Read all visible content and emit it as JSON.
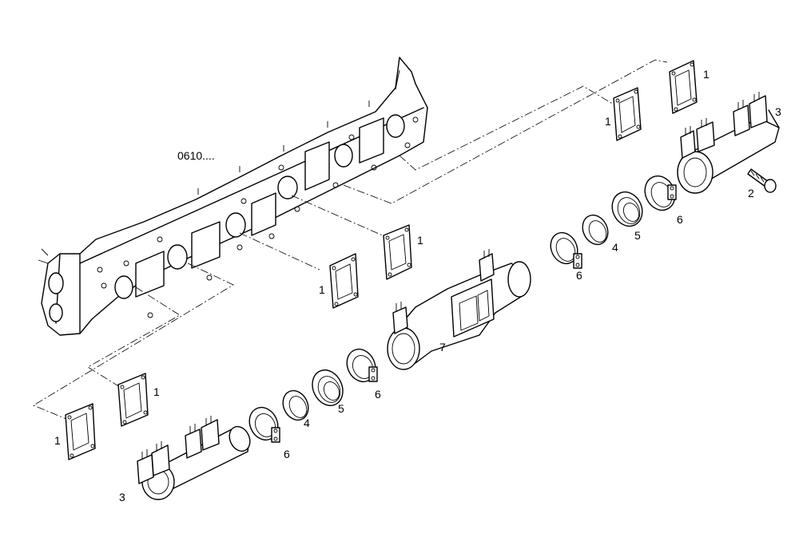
{
  "diagram": {
    "reference_label": "0610....",
    "callouts": {
      "gasket_top_right_a": "1",
      "gasket_top_right_b": "1",
      "gasket_mid_a": "1",
      "gasket_mid_b": "1",
      "gasket_bottom_a": "1",
      "gasket_bottom_b": "1",
      "bolt": "2",
      "pipe_top": "3",
      "pipe_bottom": "3",
      "sleeve_upper": "4",
      "sleeve_lower": "4",
      "bellows_upper": "5",
      "bellows_lower": "5",
      "clamp_upper_right": "6",
      "clamp_upper_left": "6",
      "clamp_lower_right": "6",
      "clamp_lower_left": "6",
      "center_manifold": "7"
    }
  }
}
